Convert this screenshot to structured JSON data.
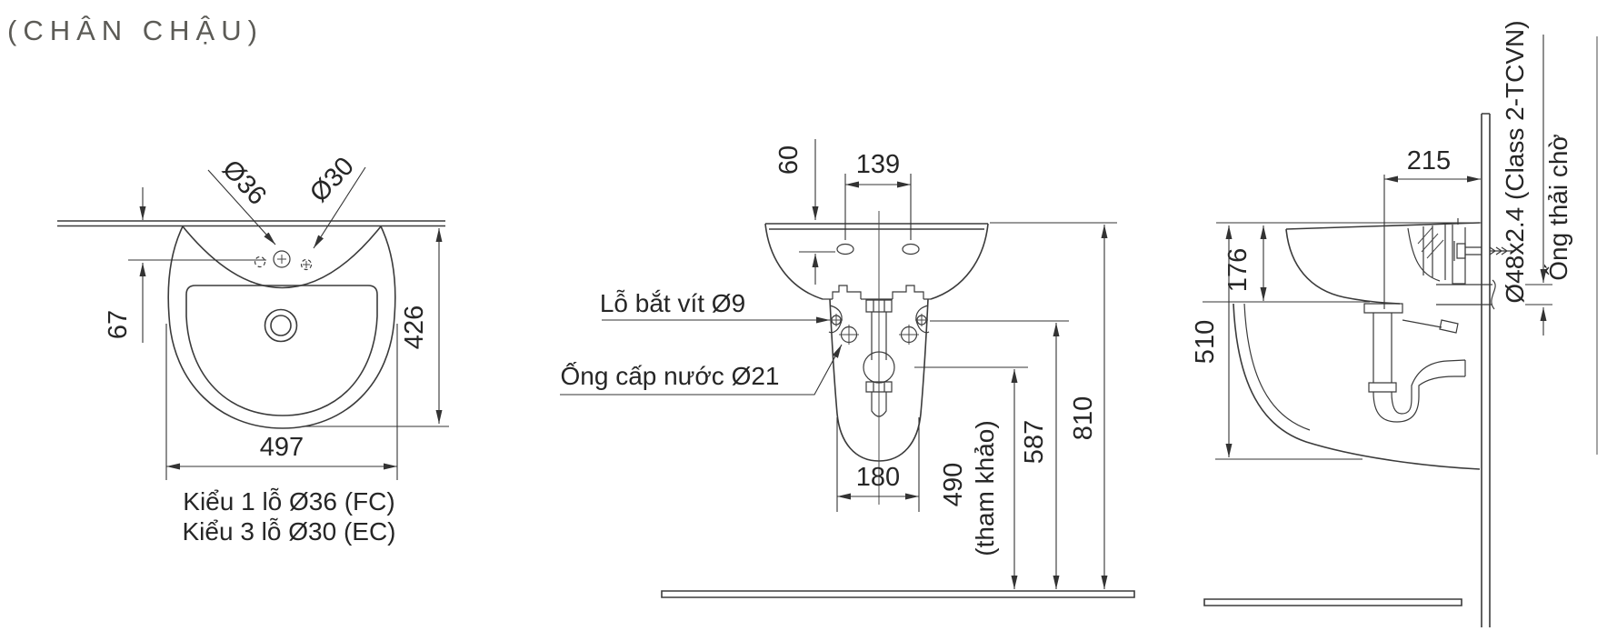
{
  "title": "(CHÂN CHẬU)",
  "views": {
    "plan": {
      "d36": "Ø36",
      "d30": "Ø30",
      "dim67": "67",
      "dim426": "426",
      "dim497": "497",
      "caption1": "Kiểu 1 lỗ Ø36 (FC)",
      "caption2": "Kiểu 3 lỗ Ø30 (EC)"
    },
    "front": {
      "dim60": "60",
      "dim139": "139",
      "dim180": "180",
      "dim490": "490",
      "dim490_note": "(tham khảo)",
      "dim587": "587",
      "dim810": "810",
      "label_screw": "Lỗ bắt vít Ø9",
      "label_supply": "Ống cấp nước Ø21"
    },
    "side": {
      "dim215": "215",
      "dim176": "176",
      "dim510": "510",
      "label_drain_spec": "Ø48x2.4 (Class 2-TCVN)",
      "label_drain": "Ống thải chờ"
    }
  },
  "colors": {
    "line": "#3b3b3b",
    "text": "#262626",
    "title": "#5c5b56"
  }
}
